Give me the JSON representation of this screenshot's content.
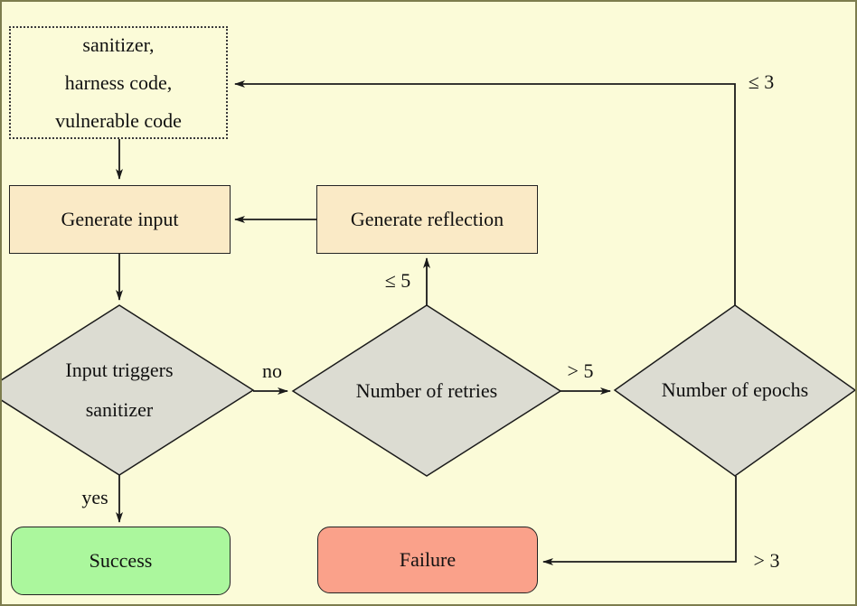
{
  "diagram": {
    "colors": {
      "background": "#FBFBD8",
      "process_fill": "#FAEAC6",
      "decision_fill": "#DCDCD2",
      "success_fill": "#ABF79D",
      "failure_fill": "#FAA18A",
      "line": "#1a1a1a"
    },
    "nodes": {
      "inputs": {
        "lines": [
          "sanitizer,",
          "harness code,",
          "vulnerable code"
        ]
      },
      "generate_input": {
        "label": "Generate input"
      },
      "generate_reflection": {
        "label": "Generate reflection"
      },
      "triggers": {
        "lines": [
          "Input triggers",
          "sanitizer"
        ]
      },
      "retries": {
        "label": "Number of retries"
      },
      "epochs": {
        "label": "Number of epochs"
      },
      "success": {
        "label": "Success"
      },
      "failure": {
        "label": "Failure"
      }
    },
    "edge_labels": {
      "no": "no",
      "yes": "yes",
      "retries_le": "≤ 5",
      "retries_gt": "> 5",
      "epochs_le": "≤ 3",
      "epochs_gt": "> 3"
    }
  }
}
